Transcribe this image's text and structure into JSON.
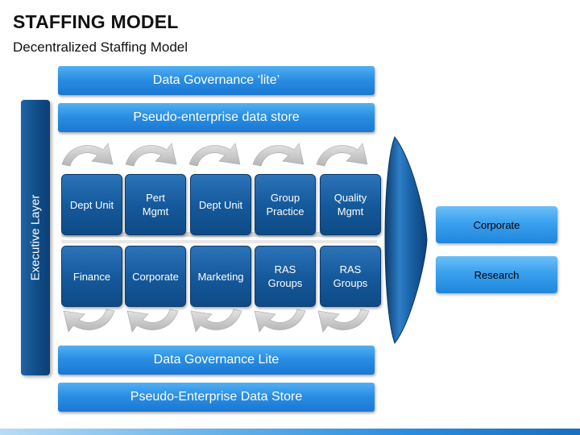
{
  "title": "STAFFING MODEL",
  "subtitle": "Decentralized Staffing Model",
  "top_bars": [
    "Data Governance ‘lite’",
    "Pseudo-enterprise data store"
  ],
  "bottom_bars": [
    "Data Governance Lite",
    "Pseudo-Enterprise Data Store"
  ],
  "executive_layer": "Executive Layer",
  "top_units": [
    {
      "line1": "Dept Unit",
      "line2": ""
    },
    {
      "line1": "Pert",
      "line2": "Mgmt"
    },
    {
      "line1": "Dept Unit",
      "line2": ""
    },
    {
      "line1": "Group",
      "line2": "Practice"
    },
    {
      "line1": "Quality",
      "line2": "Mgmt"
    }
  ],
  "bottom_units": [
    {
      "line1": "Finance",
      "line2": ""
    },
    {
      "line1": "Corporate",
      "line2": ""
    },
    {
      "line1": "Marketing",
      "line2": ""
    },
    {
      "line1": "RAS",
      "line2": "Groups"
    },
    {
      "line1": "RAS",
      "line2": "Groups"
    }
  ],
  "outputs": [
    "Corporate",
    "Research"
  ],
  "colors": {
    "bar": "#2a8ee3",
    "unit_box": "#155a9c",
    "executive": "#0f4b85",
    "output": "#3aa0ee",
    "arrows": "#c8c8c8"
  }
}
